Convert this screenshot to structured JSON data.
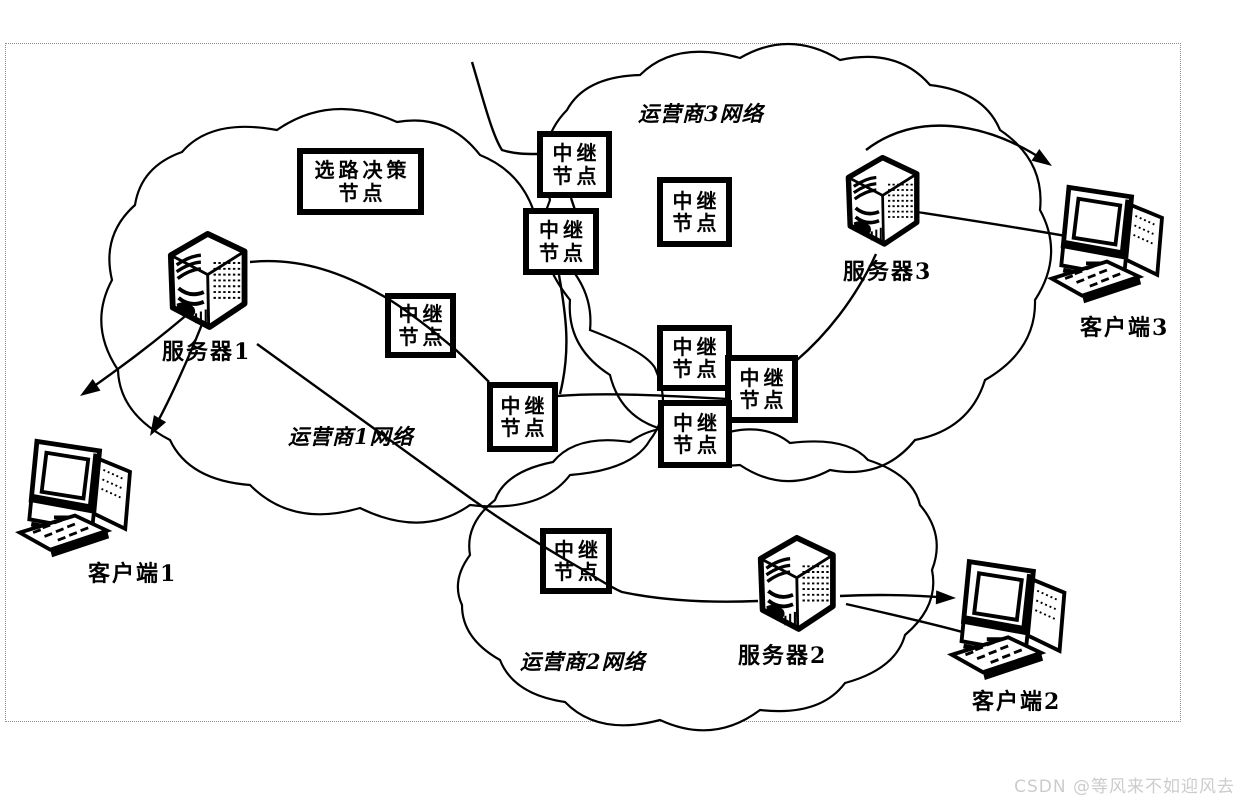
{
  "labels": {
    "decision_node": {
      "line1": "选路决策",
      "line2": "节点"
    },
    "relay_node": {
      "line1": "中继",
      "line2": "节点"
    },
    "network1": "运营商1网络",
    "network2": "运营商2网络",
    "network3": "运营商3网络",
    "server1": "服务器1",
    "server2": "服务器2",
    "server3": "服务器3",
    "client1": "客户端1",
    "client2": "客户端2",
    "client3": "客户端3",
    "watermark": "CSDN @等风来不如迎风去"
  },
  "colors": {
    "line": "#000000",
    "box_border": "#000000",
    "background": "#ffffff",
    "frame_dotted": "#8f8f8f",
    "watermark_gray": "#cccccc"
  }
}
